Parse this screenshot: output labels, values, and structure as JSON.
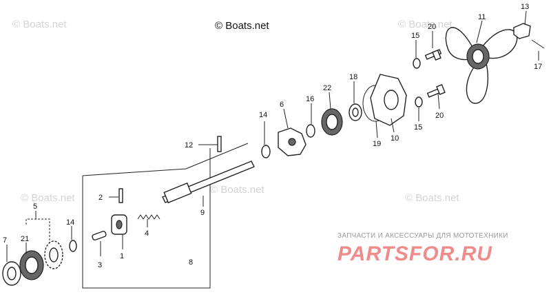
{
  "watermark": {
    "copyright": "© Boats.net",
    "faint": "© Boats.net"
  },
  "branding": {
    "tagline": "ЗАПЧАСТИ И АКСЕССУАРЫ ДЛЯ МОТОТЕХНИКИ",
    "brand": "PARTSFOR.RU"
  },
  "callouts": {
    "n1": "1",
    "n2": "2",
    "n3": "3",
    "n4": "4",
    "n5": "5",
    "n6": "6",
    "n7": "7",
    "n8": "8",
    "n9": "9",
    "n10": "10",
    "n11": "11",
    "n12": "12",
    "n13": "13",
    "n14a": "14",
    "n14b": "14",
    "n15a": "15",
    "n15b": "15",
    "n16": "16",
    "n17": "17",
    "n18": "18",
    "n19": "19",
    "n20a": "20",
    "n20b": "20",
    "n21": "21",
    "n22": "22"
  },
  "colors": {
    "ink": "#222222",
    "watermark": "#d4d4d4",
    "brand": "#f08b8b"
  }
}
